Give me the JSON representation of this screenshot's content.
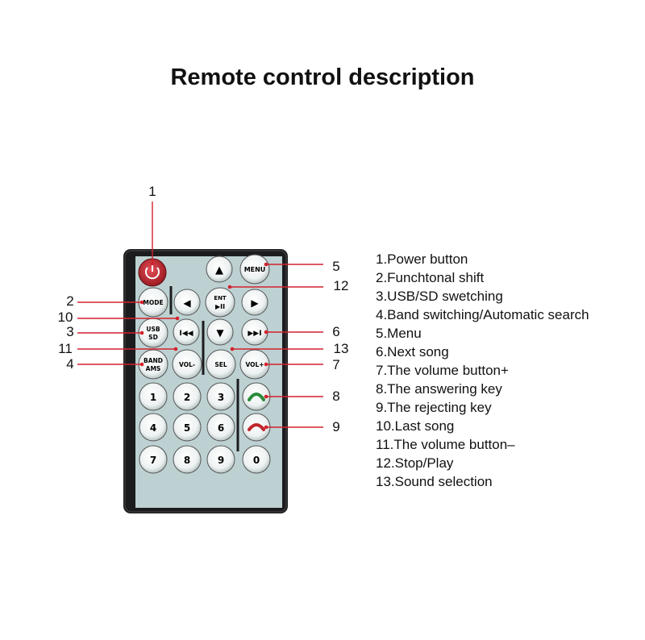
{
  "title": "Remote control description",
  "remote": {
    "buttons": {
      "menu": "MENU",
      "mode": "MODE",
      "ent": "ENT",
      "play_pause": "▶II",
      "usb": "USB",
      "sd": "SD",
      "band": "BAND",
      "ams": "AMS",
      "vol_minus": "VOL-",
      "sel": "SEL",
      "vol_plus": "VOL+",
      "prev": "I◀◀",
      "next": "▶▶I",
      "up": "▲",
      "down": "▼",
      "left": "◀",
      "right": "▶",
      "digits": [
        "1",
        "2",
        "3",
        "4",
        "5",
        "6",
        "7",
        "8",
        "9",
        "0"
      ]
    }
  },
  "callouts": [
    "1",
    "2",
    "3",
    "4",
    "5",
    "6",
    "7",
    "8",
    "9",
    "10",
    "11",
    "12",
    "13"
  ],
  "descriptions": [
    "1.Power button",
    "2.Funchtonal shift",
    "3.USB/SD swetching",
    "4.Band switching/Automatic search",
    "5.Menu",
    "6.Next song",
    "7.The volume button+",
    "8.The answering key",
    "9.The rejecting key",
    "10.Last song",
    "11.The volume button–",
    "12.Stop/Play",
    "13.Sound selection"
  ],
  "colors": {
    "body": "#1c1c1e",
    "key_face": "#cfe6e6",
    "power_key": "#c0262b",
    "pointer": "#d3212d",
    "answer_icon": "#2a8c3a",
    "reject_icon": "#c0262b"
  }
}
